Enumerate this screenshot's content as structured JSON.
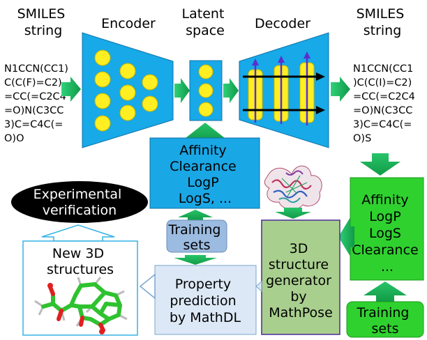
{
  "labels": {
    "smiles_in_title": [
      "SMILES",
      "string"
    ],
    "encoder": "Encoder",
    "latent": [
      "Latent",
      "space"
    ],
    "decoder": "Decoder",
    "smiles_out_title": [
      "SMILES",
      "string"
    ],
    "smiles_in": [
      "N1CCN(CC1)",
      "C(C(F)=C2)",
      "=CC(=C2C4",
      "=O)N(C3CC",
      "3)C=C4C(=",
      "O)O"
    ],
    "smiles_out": [
      "N1CCN(CC1",
      ")C(C(I)=C2)",
      "=CC(=C2C4",
      "=O)N(C3CC",
      "3)C=C4C(=",
      "O)S"
    ],
    "latent_props": [
      "Affinity",
      "Clearance",
      "LogP",
      "LogS, ..."
    ],
    "experimental": [
      "Experimental",
      "verification"
    ],
    "training_sets_1": [
      "Training",
      "sets"
    ],
    "new_3d": [
      "New 3D",
      "structures"
    ],
    "property_prediction": [
      "Property",
      "prediction",
      "by MathDL"
    ],
    "generator": [
      "3D",
      "structure",
      "generator",
      "by",
      "MathPose"
    ],
    "right_props": [
      "Affinity",
      "LogP",
      "LogS",
      "Clearance",
      "..."
    ],
    "training_sets_2": [
      "Training",
      "sets"
    ]
  },
  "colors": {
    "blue": "#17a9e8",
    "box_blue": "#1aa7e6",
    "green_arrow": "#1fb55a",
    "bright_green": "#2fd12f",
    "yellow": "#ffee22",
    "purple_arrow": "#5a2fd0",
    "steel": "#9bbbe0",
    "light_blue_box": "#dce8f6",
    "sage": "#a9cf8e"
  }
}
